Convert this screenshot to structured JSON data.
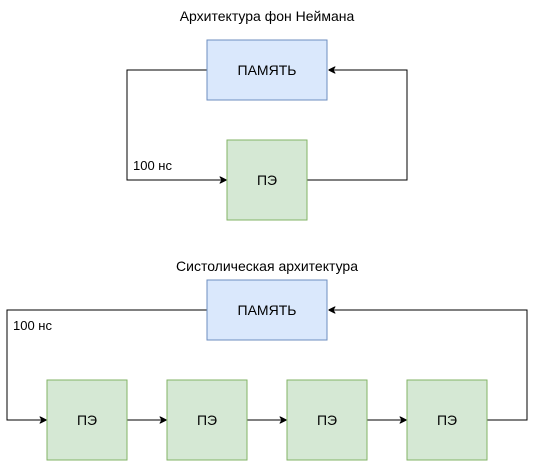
{
  "colors": {
    "memory_fill": "#dae8fc",
    "memory_stroke": "#6c8ebf",
    "pe_fill": "#d5e8d4",
    "pe_stroke": "#82b366",
    "line": "#000000"
  },
  "von_neumann": {
    "title": "Архитектура фон Неймана",
    "memory_label": "ПАМЯТЬ",
    "pe_label": "ПЭ",
    "latency_label": "100 нс"
  },
  "systolic": {
    "title": "Систолическая архитектура",
    "memory_label": "ПАМЯТЬ",
    "latency_label": "100 нс",
    "pes": [
      {
        "label": "ПЭ"
      },
      {
        "label": "ПЭ"
      },
      {
        "label": "ПЭ"
      },
      {
        "label": "ПЭ"
      }
    ]
  }
}
